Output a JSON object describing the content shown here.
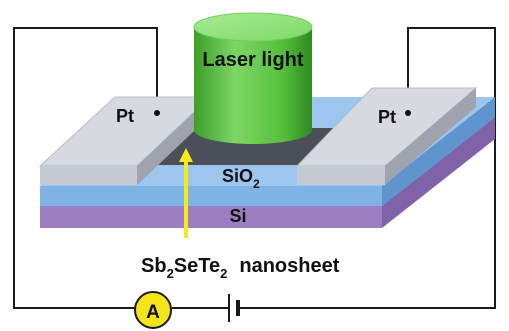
{
  "labels": {
    "laser": "Laser light",
    "electrode_left": "Pt",
    "electrode_right": "Pt",
    "oxide_main": "SiO",
    "oxide_sub": "2",
    "substrate": "Si",
    "material_sb": "Sb",
    "material_sb_sub": "2",
    "material_se": "SeTe",
    "material_te_sub": "2",
    "material_suffix": "nanosheet",
    "ammeter": "A"
  },
  "colors": {
    "laser_green": "#5fc444",
    "electrode_grey": "#d6d9e0",
    "oxide_blue": "#7fb2e5",
    "substrate_purple": "#9b7fc0",
    "nanosheet_dark": "#4b4f5a",
    "arrow_yellow": "#f7ea1c",
    "ammeter_fill": "#f5e41a"
  },
  "icons": {
    "battery": "battery-icon",
    "ammeter": "ammeter-icon"
  }
}
